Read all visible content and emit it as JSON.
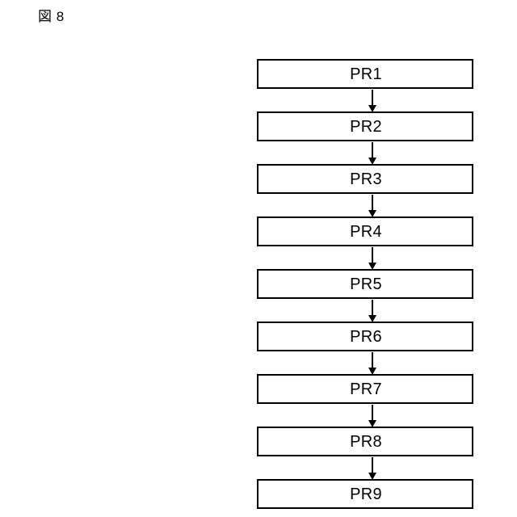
{
  "figure": {
    "caption": "図 8",
    "background_color": "#ffffff",
    "stroke_color": "#000000"
  },
  "flow": {
    "orientation": "vertical",
    "connector": "arrow-down",
    "nodes": [
      {
        "label": "PR1"
      },
      {
        "label": "PR2"
      },
      {
        "label": "PR3"
      },
      {
        "label": "PR4"
      },
      {
        "label": "PR5"
      },
      {
        "label": "PR6"
      },
      {
        "label": "PR7"
      },
      {
        "label": "PR8"
      },
      {
        "label": "PR9"
      }
    ]
  }
}
